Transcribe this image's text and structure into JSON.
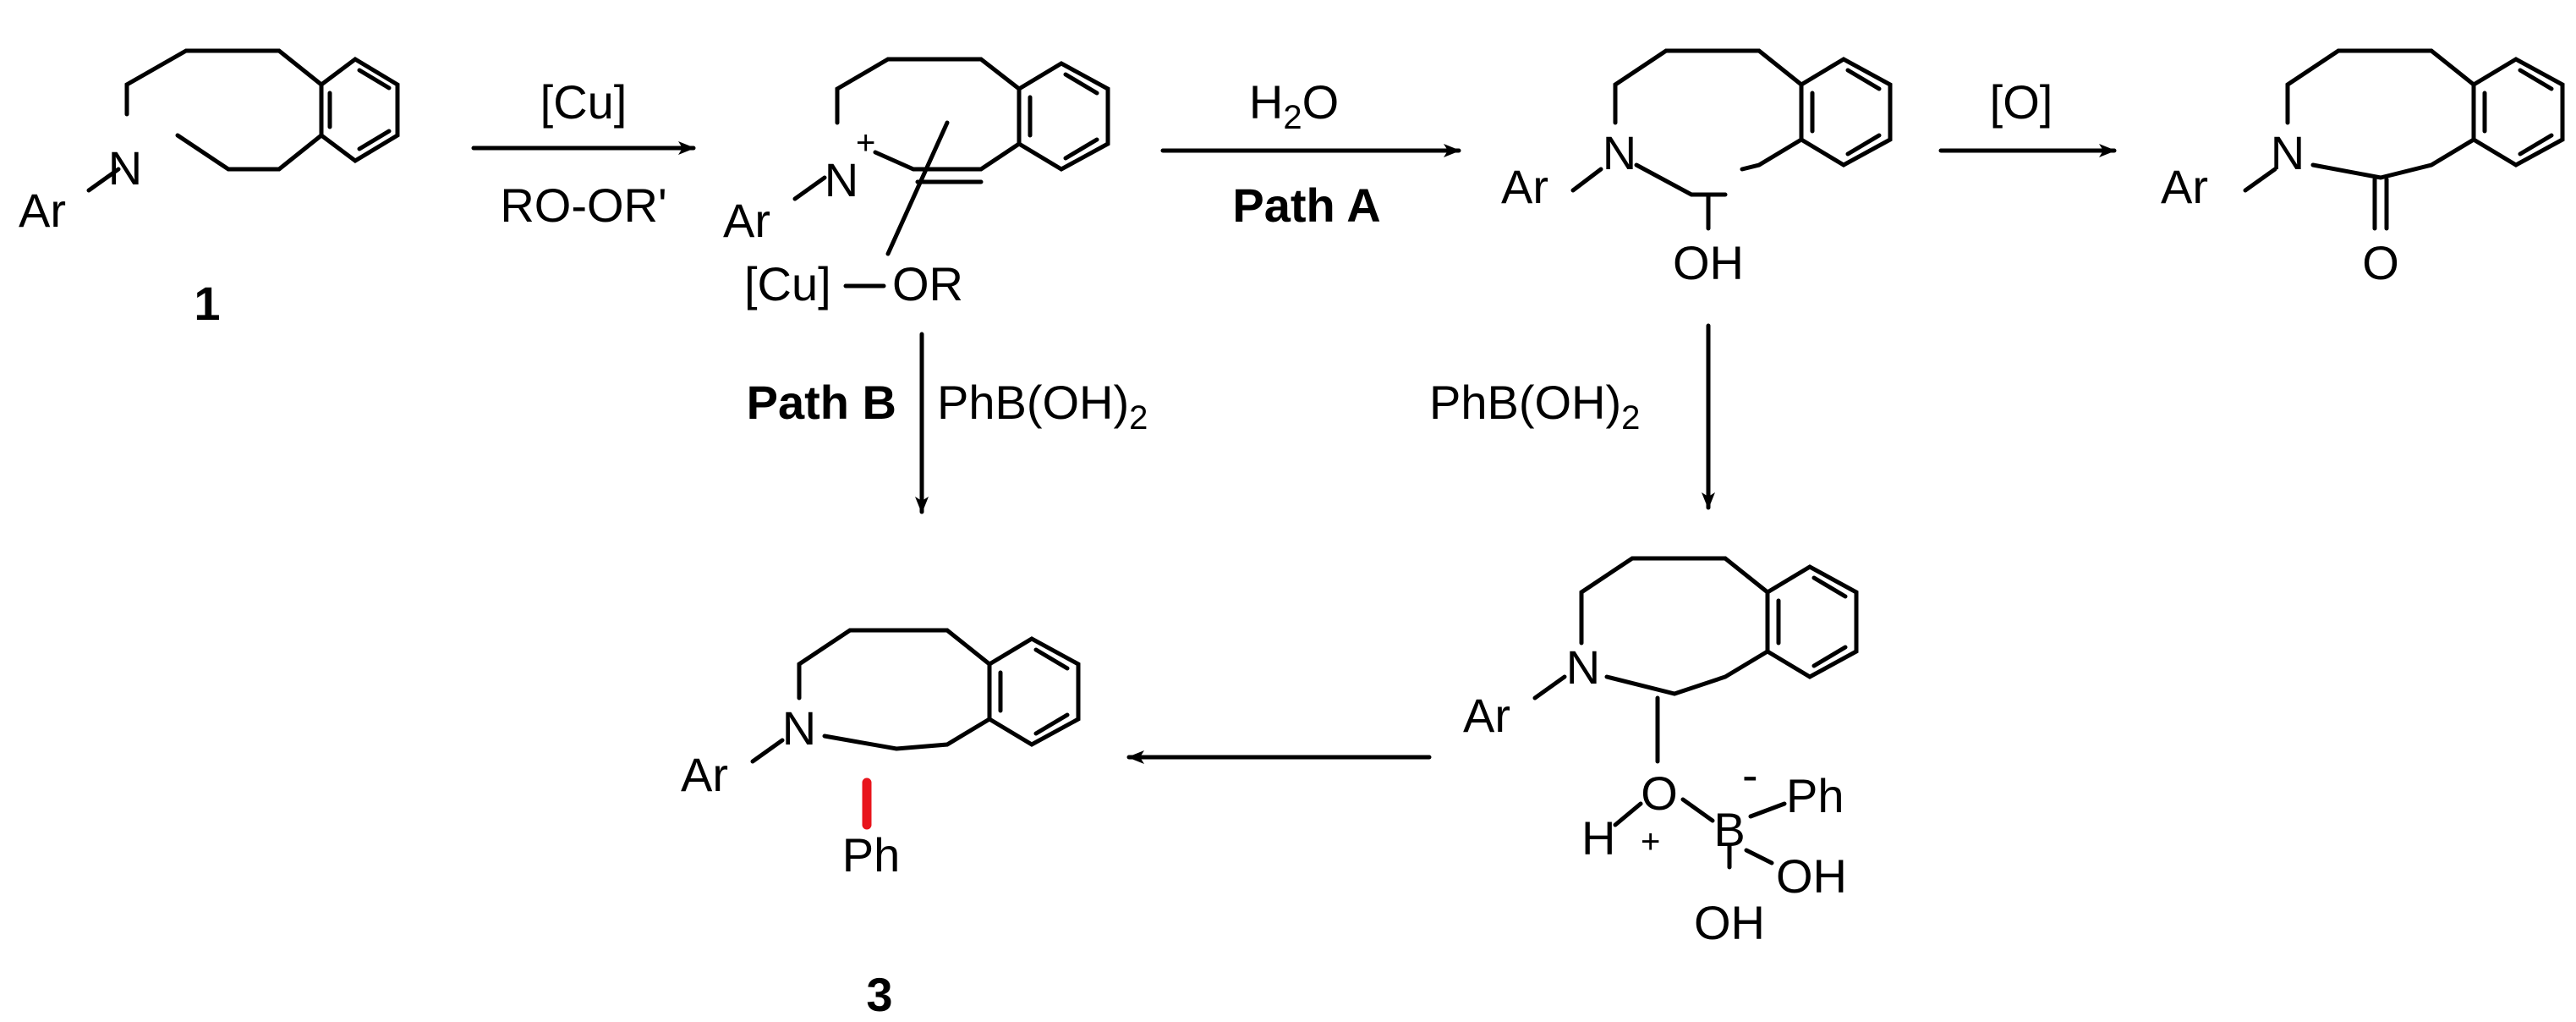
{
  "reagents": {
    "cu": "[Cu]",
    "peroxide": "RO-OR'",
    "water": "H2O",
    "oxidant": "[O]",
    "boronic_a": "PhB(OH)2",
    "boronic_b": "PhB(OH)2"
  },
  "paths": {
    "a": "Path A",
    "b": "Path B"
  },
  "compounds": {
    "c1": "1",
    "c3": "3"
  },
  "atoms": {
    "ar": "Ar",
    "n": "N",
    "oh": "OH",
    "o": "O",
    "plus": "+",
    "minus": "-",
    "cu": "[Cu]",
    "or": "OR",
    "ph": "Ph",
    "b": "B",
    "h": "H"
  },
  "colors": {
    "new_bond": "#e8141c"
  }
}
